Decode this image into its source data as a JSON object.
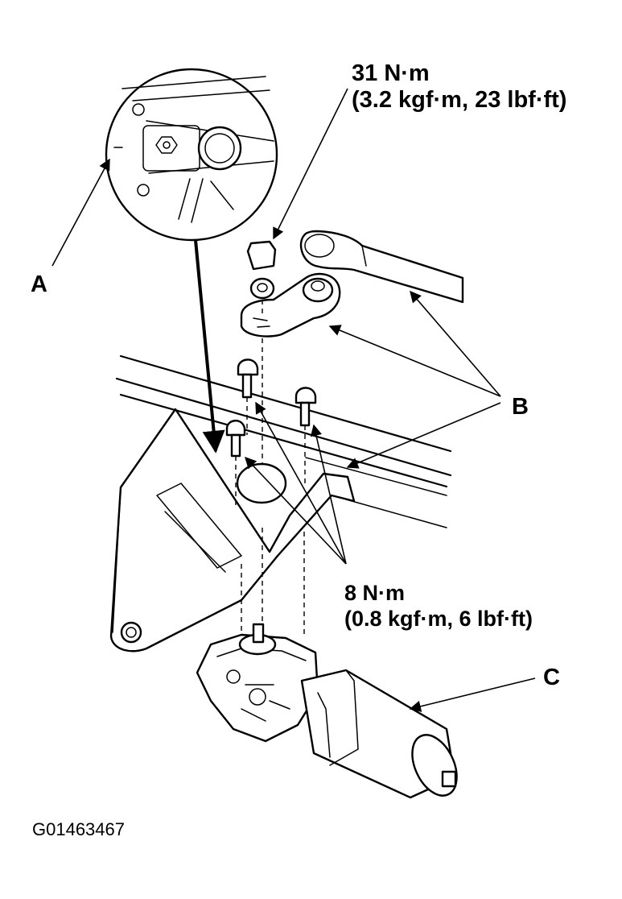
{
  "torque_upper": {
    "line1": "31 N·m",
    "line2": "(3.2 kgf·m, 23 lbf·ft)"
  },
  "torque_lower": {
    "line1": "8 N·m",
    "line2": "(0.8 kgf·m, 6 lbf·ft)"
  },
  "labels": {
    "a": "A",
    "b": "B",
    "c": "C"
  },
  "reference_code": "G01463467"
}
